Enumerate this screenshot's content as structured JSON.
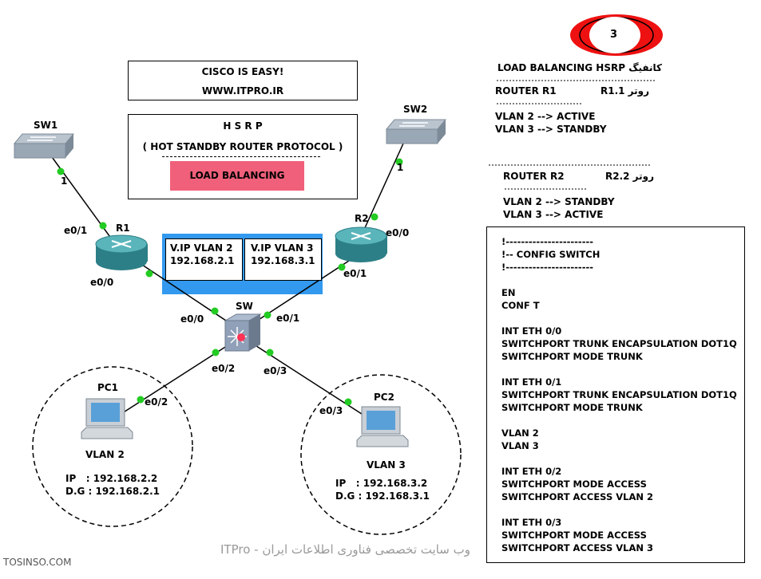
{
  "info_box": {
    "line1": "CISCO IS EASY!",
    "line2": "WWW.ITPRO.IR"
  },
  "hsrp_box": {
    "title": "H  S  R  P",
    "subtitle": "( HOT   STANDBY   ROUTER   PROTOCOL )",
    "button": "LOAD BALANCING"
  },
  "badge": {
    "number": "3"
  },
  "devices": {
    "sw1": "SW1",
    "sw2": "SW2",
    "r1": "R1",
    "r2": "R2",
    "sw": "SW",
    "pc1": "PC1",
    "pc2": "PC2"
  },
  "ports": {
    "sw1_port": "1",
    "sw2_port": "1",
    "r1_e01": "e0/1",
    "r1_e00": "e0/0",
    "r2_e00": "e0/0",
    "r2_e01": "e0/1",
    "sw_e00": "e0/0",
    "sw_e01": "e0/1",
    "sw_e02": "e0/2",
    "sw_e03": "e0/3",
    "pc1_e02": "e0/2",
    "pc2_e03": "e0/3"
  },
  "vip": {
    "vlan2_title": "V.IP VLAN 2",
    "vlan2_ip": "192.168.2.1",
    "vlan3_title": "V.IP VLAN 3",
    "vlan3_ip": "192.168.3.1"
  },
  "pc1": {
    "vlan": "VLAN 2",
    "ip": "IP   : 192.168.2.2",
    "dg": "D.G : 192.168.2.1"
  },
  "pc2": {
    "vlan": "VLAN 3",
    "ip": "IP   : 192.168.3.2",
    "dg": "D.G : 192.168.3.1"
  },
  "config": {
    "header": "LOAD BALANCING HSRP کانفیگ",
    "r1_title": "ROUTER R1",
    "r1_fa": "روتر R1.1",
    "r1_lines": [
      "VLAN 2 --> ACTIVE",
      "VLAN 3 --> STANDBY"
    ],
    "r2_title": "ROUTER R2",
    "r2_fa": "روتر R2.2",
    "r2_lines": [
      "VLAN 2 --> STANDBY",
      "VLAN 3 --> ACTIVE"
    ]
  },
  "switch_config": {
    "lines": [
      "!-----------------------",
      "!-- CONFIG SWITCH",
      "!-----------------------",
      "",
      "EN",
      "CONF T",
      "",
      "INT ETH 0/0",
      "SWITCHPORT TRUNK ENCAPSULATION DOT1Q",
      "SWITCHPORT MODE TRUNK",
      "",
      "INT ETH 0/1",
      "SWITCHPORT TRUNK ENCAPSULATION DOT1Q",
      "SWITCHPORT MODE TRUNK",
      "",
      "VLAN 2",
      "VLAN 3",
      "",
      "INT ETH 0/2",
      "SWITCHPORT MODE ACCESS",
      "SWITCHPORT ACCESS VLAN 2",
      "",
      "INT ETH 0/3",
      "SWITCHPORT MODE ACCESS",
      "SWITCHPORT ACCESS VLAN 3"
    ]
  },
  "watermarks": {
    "left": "TOSINSO.COM",
    "center": "ITPro - وب سایت تخصصی فناوری اطلاعات ایران"
  },
  "colors": {
    "link_dot": "#22cc22",
    "vip_area": "#3399ee",
    "lb_button": "#f0607a",
    "badge_ring": "#ee1111",
    "router_body": "#3a9aa0"
  }
}
